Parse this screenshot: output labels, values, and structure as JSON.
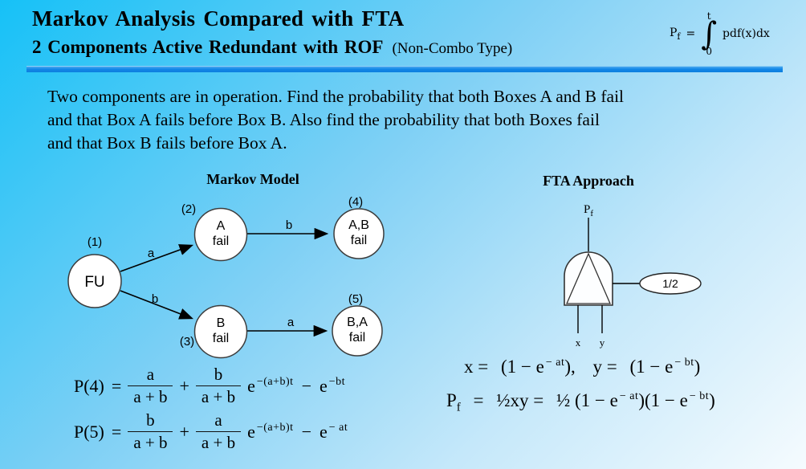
{
  "colors": {
    "background_top_left": "#16c1f7",
    "background_bottom_right": "#f5fbfe",
    "divider_blue": "#1187e8",
    "text": "#000000",
    "node_fill": "#ffffff",
    "node_stroke": "#3c3c3c"
  },
  "header": {
    "title": "Markov Analysis Compared with FTA",
    "subtitle_bold": "2 Components Active Redundant with ROF",
    "subtitle_note": "(Non-Combo Type)"
  },
  "integral": {
    "lhs_base": "P",
    "lhs_sub": "f",
    "equals": "=",
    "upper_limit": "t",
    "integral_sign": "∫",
    "lower_limit": "0",
    "integrand": "pdf(x)dx"
  },
  "body": {
    "lines": [
      "Two components are in operation. Find the probability that both Boxes A and B fail",
      "and that Box A fails before Box B.  Also find the probability that both Boxes fail",
      "and that Box B fails before Box A."
    ]
  },
  "markov": {
    "heading": "Markov Model",
    "states": {
      "fu": {
        "number": "(1)",
        "label": "FU"
      },
      "a": {
        "number": "(2)",
        "line1": "A",
        "line2": "fail"
      },
      "b": {
        "number": "(3)",
        "line1": "B",
        "line2": "fail"
      },
      "ab": {
        "number": "(4)",
        "line1": "A,B",
        "line2": "fail"
      },
      "ba": {
        "number": "(5)",
        "line1": "B,A",
        "line2": "fail"
      }
    },
    "transitions": {
      "fu_to_a": "a",
      "fu_to_b": "b",
      "a_to_ab": "b",
      "b_to_ba": "a"
    }
  },
  "fta": {
    "heading": "FTA Approach",
    "output_label_base": "P",
    "output_label_sub": "f",
    "gate_factor": "1/2",
    "input_left": "x",
    "input_right": "y"
  },
  "equations": {
    "p4": {
      "lhs": "P(4)",
      "equals": "=",
      "frac1_num": "a",
      "frac1_den": "a + b",
      "plus": "+",
      "frac2_num": "b",
      "frac2_den": "a + b",
      "exp_base1": "e",
      "exp1": "−(a+b)t",
      "minus": "−",
      "exp_base2": "e",
      "exp2": "−bt"
    },
    "p5": {
      "lhs": "P(5)",
      "equals": "=",
      "frac1_num": "b",
      "frac1_den": "a + b",
      "plus": "+",
      "frac2_num": "a",
      "frac2_den": "a + b",
      "exp_base1": "e",
      "exp1": "−(a+b)t",
      "minus": "−",
      "exp_base2": "e",
      "exp2": "− at"
    },
    "xy": {
      "x_lhs": "x =",
      "x_open": "(1 − e",
      "x_exp": "− at",
      "x_close": "),",
      "y_lhs": "y =",
      "y_open": "(1 − e",
      "y_exp": "− bt",
      "y_close": ")"
    },
    "pf": {
      "lhs_base": "P",
      "lhs_sub": "f",
      "equals1": "=",
      "term1": "½xy",
      "equals2": "=",
      "half": "½",
      "open1": "(1 − e",
      "exp1": "− at",
      "mid": ")(1 − e",
      "exp2": "− bt",
      "close": ")"
    }
  }
}
